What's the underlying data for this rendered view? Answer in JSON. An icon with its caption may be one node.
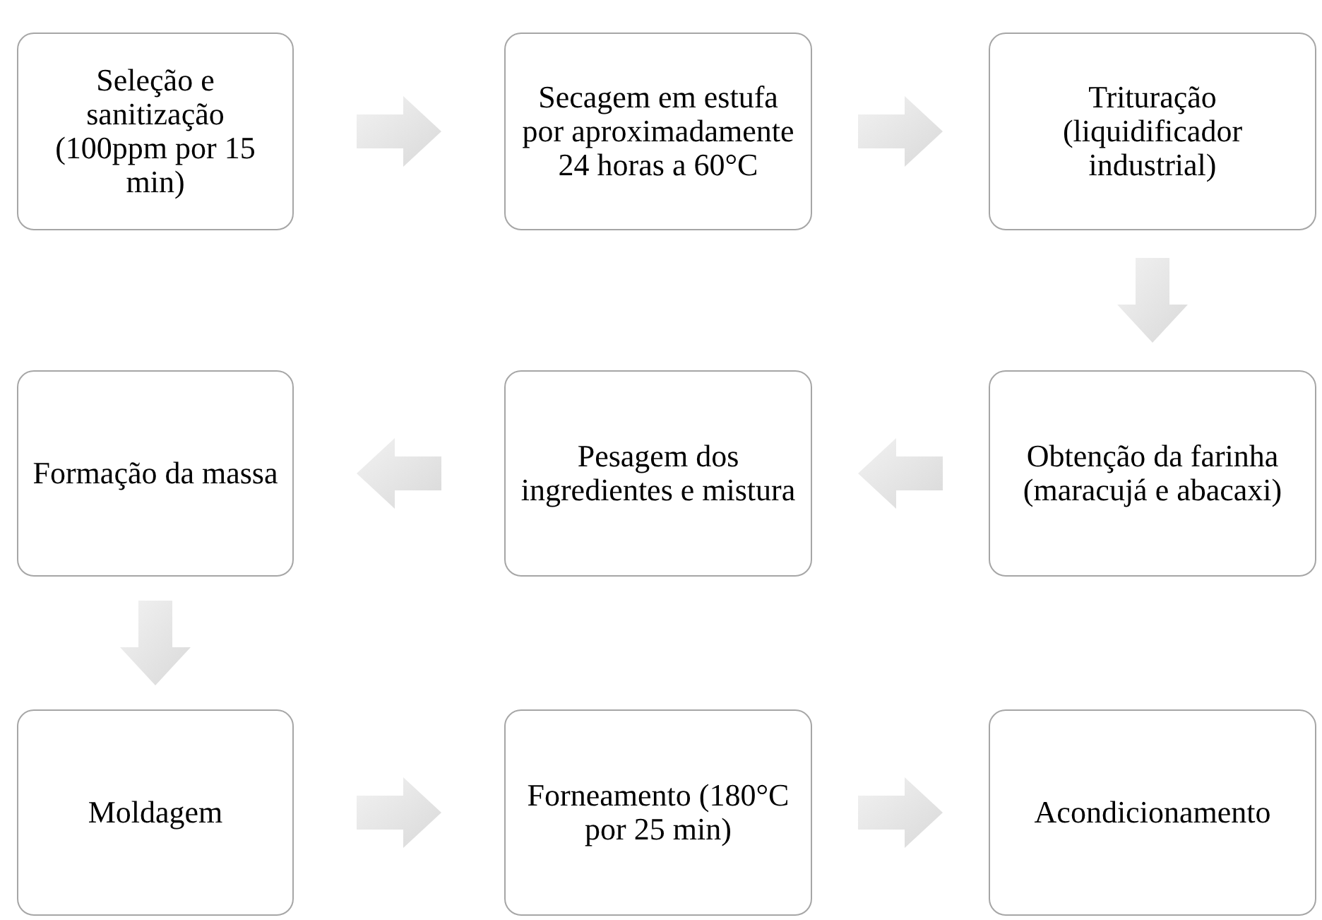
{
  "diagram": {
    "nodes": [
      {
        "text": [
          "Seleção e sanitização (100ppm por 15 min)"
        ]
      },
      {
        "text": [
          "Secagem em estufa por aproximadamente 24 horas a 60°C"
        ]
      },
      {
        "text": [
          "Trituração (liquidificador industrial)"
        ]
      },
      {
        "text": [
          "Obtenção da farinha (maracujá e abacaxi)"
        ]
      },
      {
        "text": [
          "Pesagem dos ingredientes e mistura"
        ]
      },
      {
        "text": [
          "Formação da massa"
        ]
      },
      {
        "text": [
          "Moldagem"
        ]
      },
      {
        "text": [
          "Forneamento (180°C por 25 min)"
        ]
      },
      {
        "text": [
          "Acondicionamento"
        ]
      }
    ],
    "edges": [
      {
        "from": 0,
        "to": 1,
        "arrow": "to"
      },
      {
        "from": 1,
        "to": 2,
        "arrow": "to"
      },
      {
        "from": 2,
        "to": 3,
        "arrow": "to"
      },
      {
        "from": 3,
        "to": 4,
        "arrow": "to"
      },
      {
        "from": 4,
        "to": 5,
        "arrow": "to"
      },
      {
        "from": 5,
        "to": 6,
        "arrow": "to"
      },
      {
        "from": 6,
        "to": 7,
        "arrow": "to"
      },
      {
        "from": 7,
        "to": 8,
        "arrow": "to"
      }
    ]
  }
}
